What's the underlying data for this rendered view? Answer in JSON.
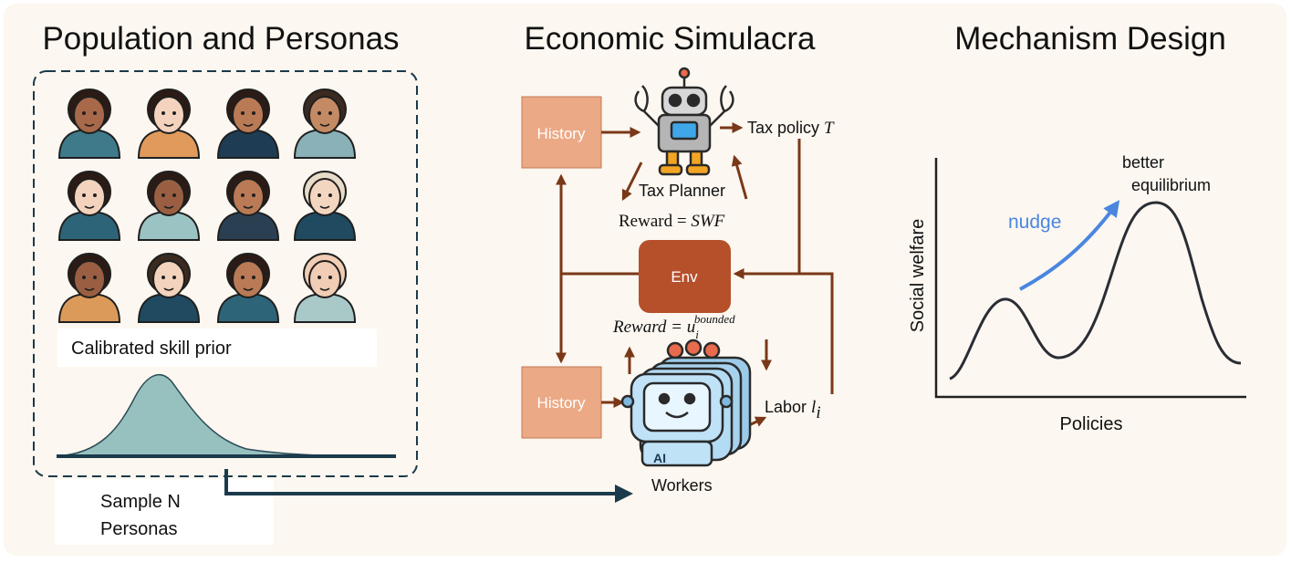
{
  "titles": {
    "left": "Population and Personas",
    "middle": "Economic Simulacra",
    "right": "Mechanism Design"
  },
  "population": {
    "calibrated_label": "Calibrated skill prior",
    "sample_label_line1": "Sample N",
    "sample_label_line2": "Personas"
  },
  "simulacra": {
    "history_top": "History",
    "history_bottom": "History",
    "env": "Env",
    "tax_policy": "Tax policy ",
    "tax_policy_symbol": "T",
    "tax_planner": "Tax Planner",
    "reward_planner": "Reward = ",
    "reward_planner_symbol": "SWF",
    "reward_workers": "Reward = u",
    "reward_workers_sub": "i",
    "reward_workers_sup": "bounded",
    "labor": "Labor ",
    "labor_symbol": "l",
    "labor_sub": "i",
    "workers": "Workers",
    "ai_badge": "AI"
  },
  "mechanism": {
    "ylabel": "Social welfare",
    "xlabel": "Policies",
    "nudge": "nudge",
    "better_line1": "better",
    "better_line2": "equilibrium"
  },
  "colors": {
    "panel_bg": "#fcf7f0",
    "history_box": "#eba985",
    "env_box": "#b5502b",
    "arrow_brown": "#7a3818",
    "dark_navy": "#1b3a4b",
    "nudge_blue": "#4a86e0",
    "curve": "#2a2d34",
    "skill_fill": "#97c1bf"
  }
}
